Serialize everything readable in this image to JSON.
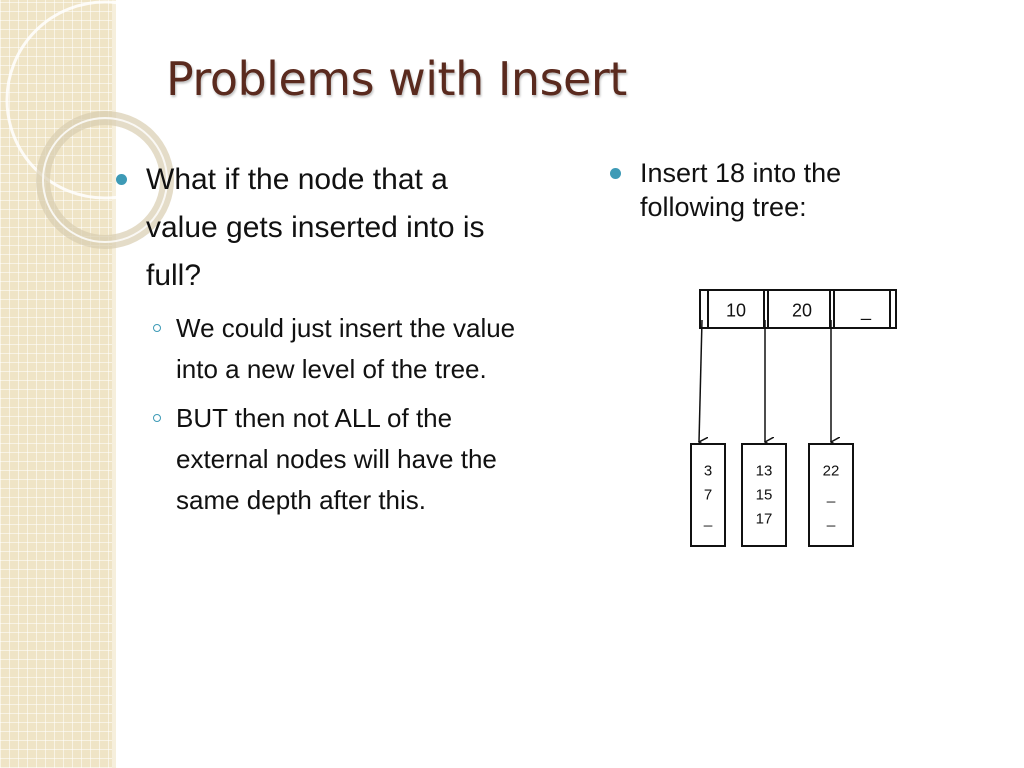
{
  "slide": {
    "title": "Problems with Insert",
    "left": {
      "bullet": "What if the node that a value gets inserted into is full?",
      "sub_bullets": [
        "We could just insert the value into a new level of the tree.",
        "BUT then not ALL of the external nodes will have the same depth after this."
      ]
    },
    "right": {
      "bullet": "Insert 18 into the following tree:"
    },
    "tree": {
      "root_keys": [
        "10",
        "20",
        "_"
      ],
      "children": [
        [
          "3",
          "7",
          "_"
        ],
        [
          "13",
          "15",
          "17"
        ],
        [
          "22",
          "_",
          "_"
        ]
      ]
    },
    "colors": {
      "title": "#5a2a1e",
      "bullet": "#3d9ab6",
      "strip": "#efe4c6"
    }
  }
}
